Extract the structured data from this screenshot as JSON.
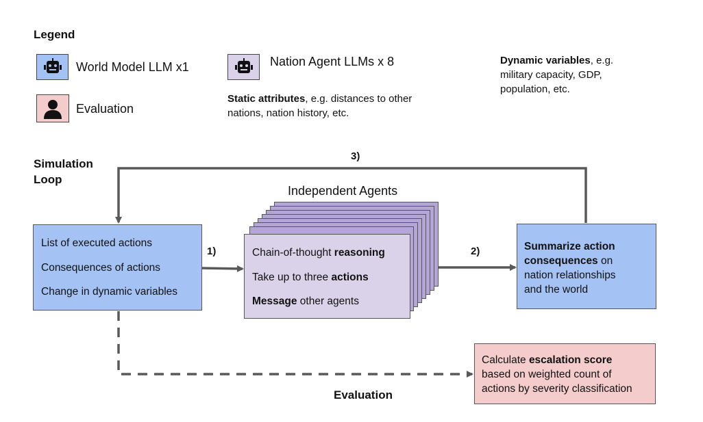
{
  "legend": {
    "title": "Legend",
    "world_model": {
      "label": "World Model LLM x1",
      "icon": "robot-icon",
      "color": "#a4c2f4"
    },
    "nation_agent": {
      "label": "Nation Agent LLMs x 8",
      "icon": "robot-icon",
      "color": "#d9d2e9"
    },
    "evaluation": {
      "label": "Evaluation",
      "icon": "person-icon",
      "color": "#f4cccc"
    }
  },
  "static_attributes": {
    "bold": "Static attributes",
    "rest": ", e.g. distances to other",
    "line2": "nations, nation history, etc."
  },
  "dynamic_variables": {
    "bold": "Dynamic variables",
    "rest": ", e.g.",
    "line2": "military capacity, GDP,",
    "line3": "population, etc."
  },
  "simulation_loop": {
    "line1": "Simulation",
    "line2": "Loop"
  },
  "world_box": {
    "items": [
      "List of executed actions",
      "Consequences of actions",
      "Change in dynamic variables"
    ]
  },
  "agents": {
    "title": "Independent Agents",
    "line1": {
      "pre": "Chain-of-thought ",
      "bold": "reasoning"
    },
    "line2": {
      "pre": "Take up to three ",
      "bold": "actions"
    },
    "line3": {
      "bold": "Message",
      "post": " other agents"
    }
  },
  "summary_box": {
    "bold1": "Summarize action",
    "bold2": "consequences",
    "rest2": " on",
    "line3": "nation relationships",
    "line4": "and the world"
  },
  "evaluation_box": {
    "pre": "Calculate ",
    "bold": "escalation score",
    "line2": "based on weighted count of",
    "line3": "actions by severity classification"
  },
  "steps": {
    "s1": "1)",
    "s2": "2)",
    "s3": "3)"
  },
  "evaluation_label": "Evaluation",
  "colors": {
    "arrow": "#595959",
    "blue": "#a4c2f4",
    "purple": "#d9d2e9",
    "pink": "#f4cccc"
  }
}
